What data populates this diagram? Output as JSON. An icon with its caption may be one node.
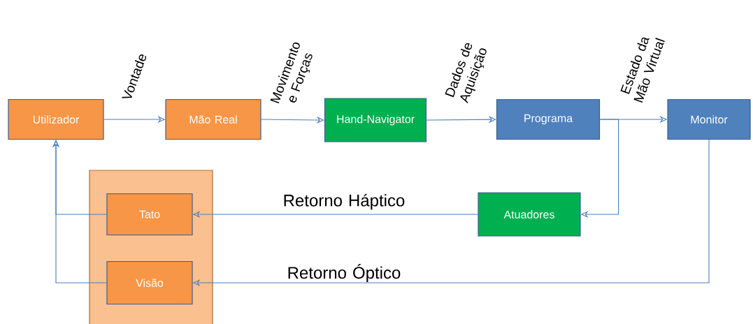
{
  "diagram": {
    "nodes": [
      {
        "text": [
          "Utilizador"
        ]
      },
      {
        "text": [
          "Mão Real"
        ]
      },
      {
        "text": [
          "Hand-Navigator"
        ]
      },
      {
        "text": [
          "Programa"
        ]
      },
      {
        "text": [
          "Monitor"
        ]
      },
      {
        "text": [],
        "shape": "box"
      },
      {
        "text": [
          "Tato"
        ],
        "in": 5
      },
      {
        "text": [
          "Visão"
        ],
        "in": 5
      },
      {
        "text": [
          "Atuadores"
        ]
      }
    ],
    "edges": [
      {
        "from": 0,
        "to": 1,
        "arrow": "to",
        "label": "Vontade"
      },
      {
        "from": 1,
        "to": 2,
        "arrow": "to",
        "label": "Movimento e Forças"
      },
      {
        "from": 2,
        "to": 3,
        "arrow": "to",
        "label": "Dados de Aquisição"
      },
      {
        "from": 3,
        "to": 4,
        "arrow": "to",
        "label": "Estado da Mão Virtual"
      },
      {
        "from": 3,
        "to": 8,
        "arrow": "to"
      },
      {
        "from": 8,
        "to": 6,
        "arrow": "to",
        "label": "Retorno Háptico"
      },
      {
        "from": 4,
        "to": 7,
        "arrow": "to",
        "label": "Retorno Óptico"
      },
      {
        "from": 6,
        "to": 0,
        "arrow": "to"
      },
      {
        "from": 7,
        "to": 0,
        "arrow": "to"
      }
    ]
  }
}
